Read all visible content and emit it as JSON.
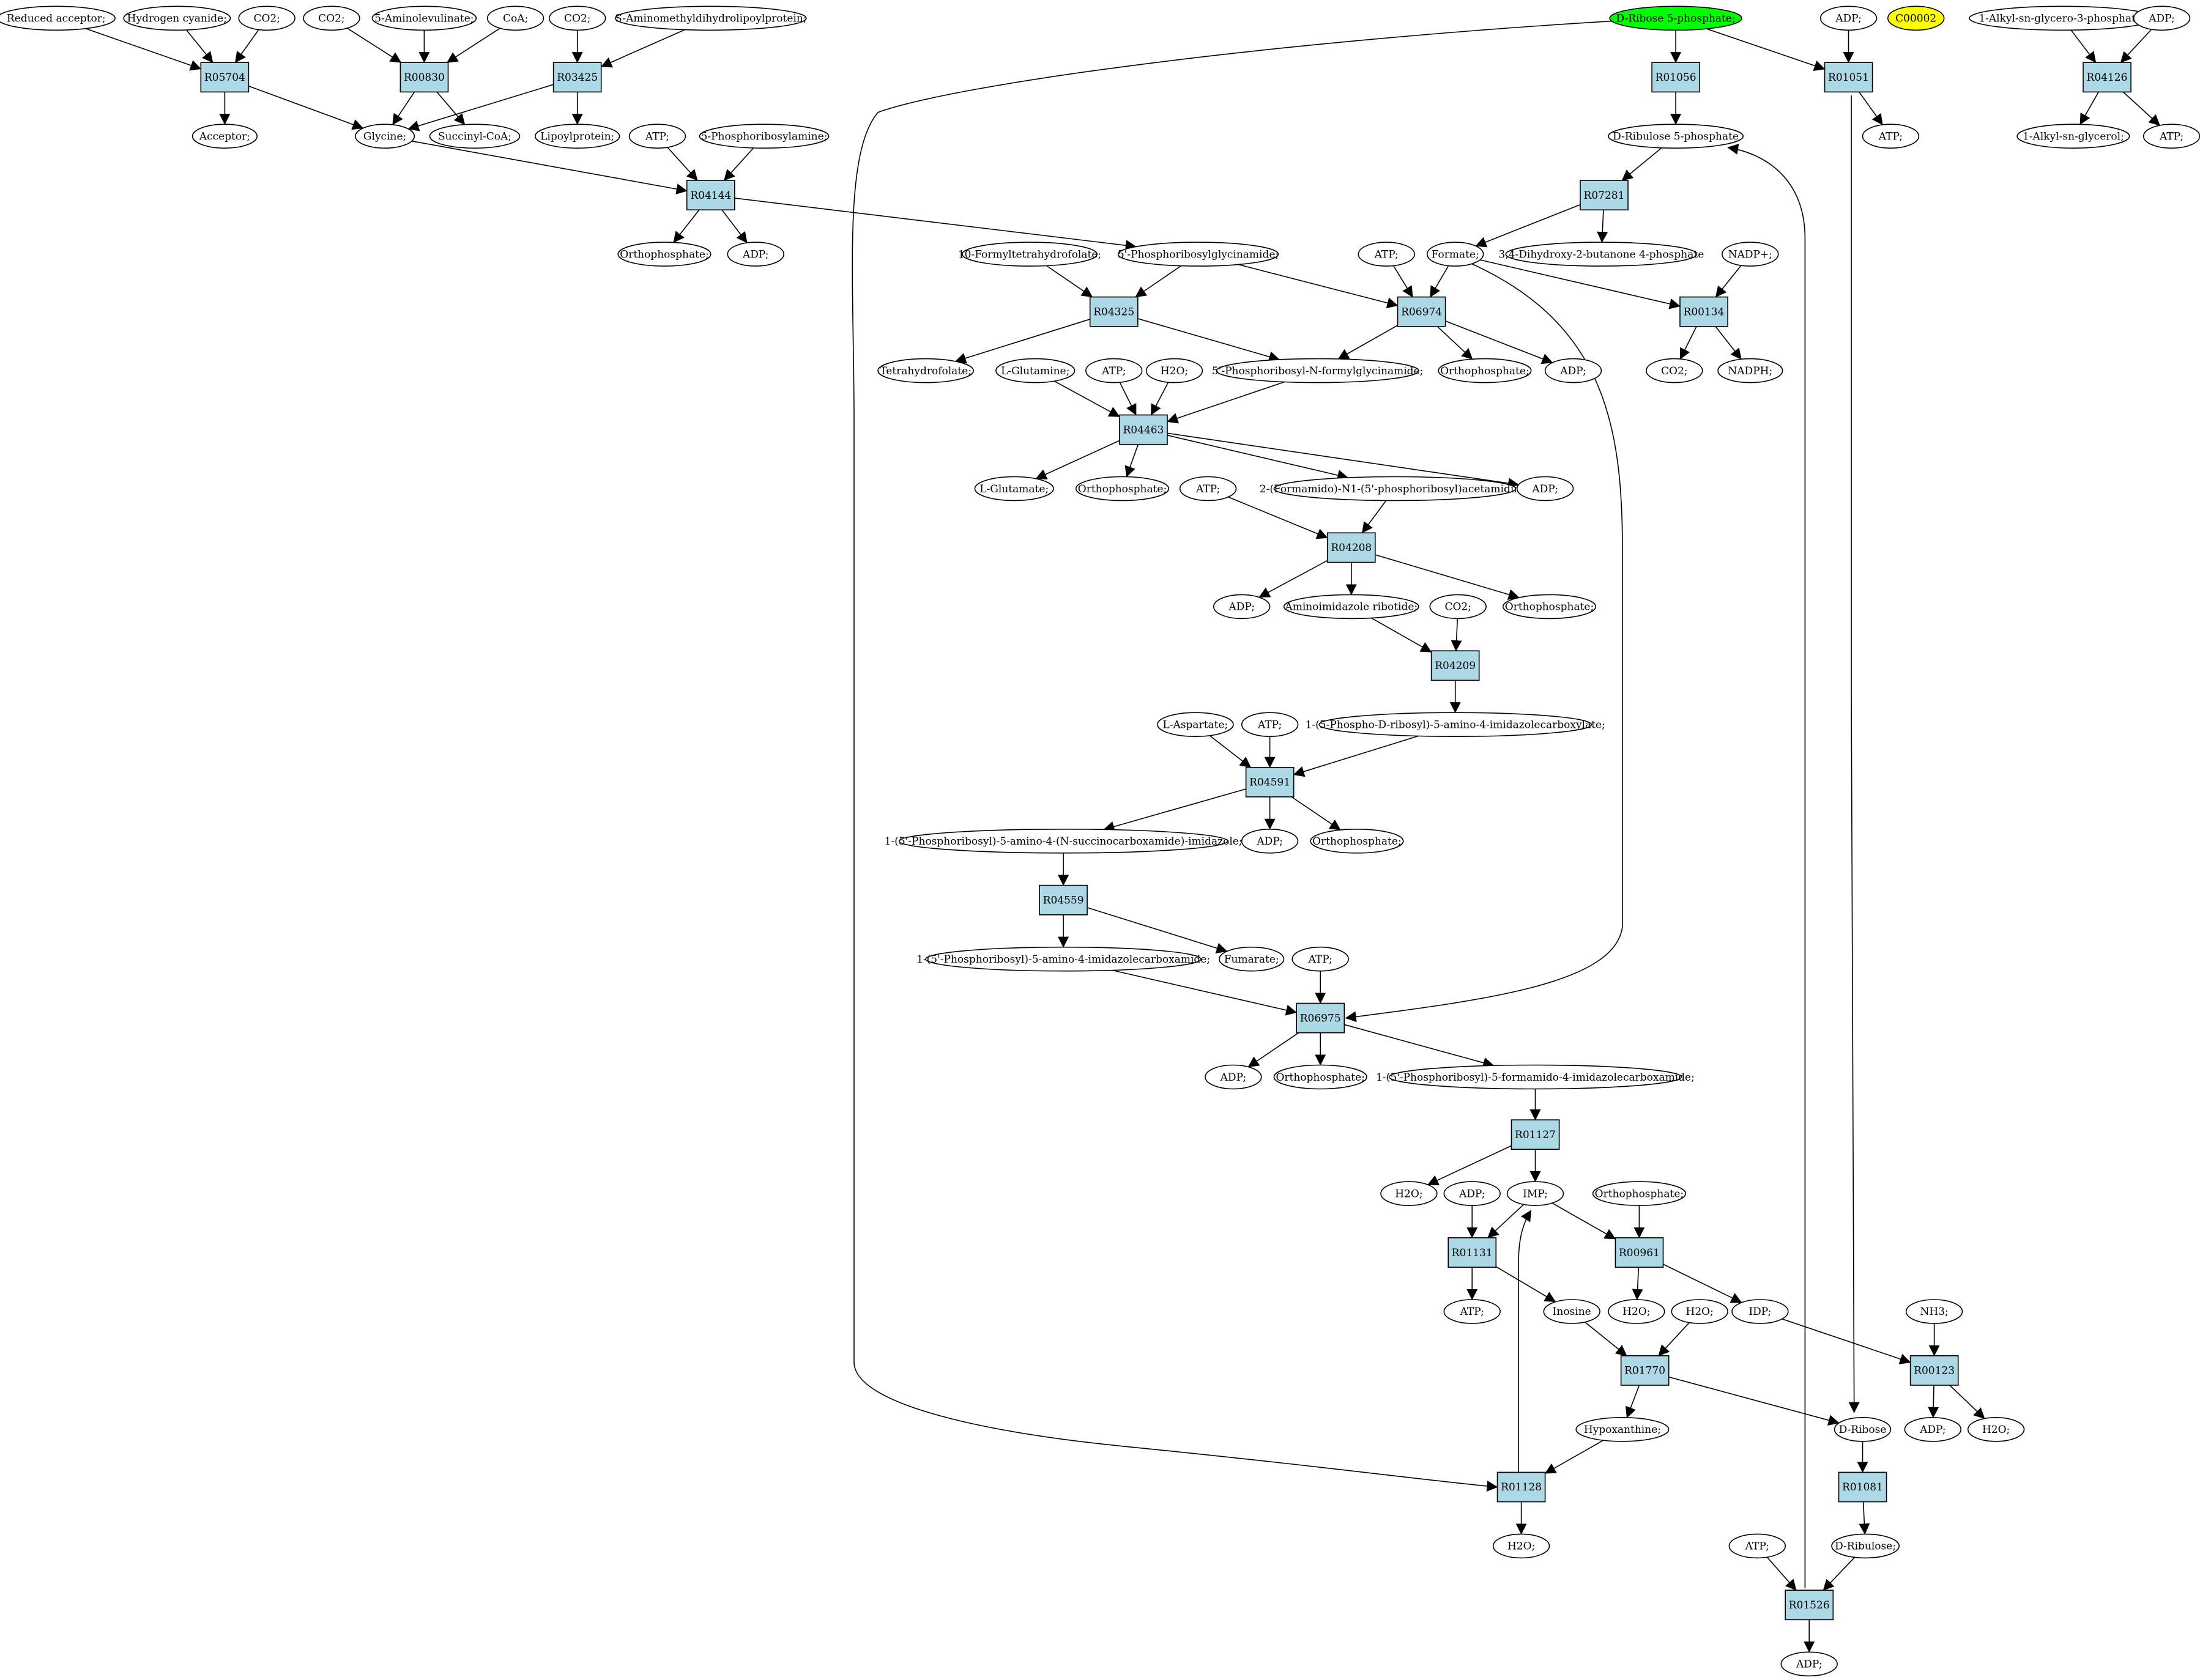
{
  "colors": {
    "reaction_fill": "#add8e6",
    "metabolite_fill": "#ffffff",
    "highlight_green": "#00ff00",
    "highlight_yellow": "#ffff00",
    "stroke": "#000000"
  },
  "metabolites": {
    "m_reduced_acceptor": "Reduced acceptor;",
    "m_hydrogen_cyanide": "Hydrogen cyanide;",
    "m_co2_a": "CO2;",
    "m_co2_b": "CO2;",
    "m_aminolevulinate": "5-Aminolevulinate;",
    "m_coa": "CoA;",
    "m_co2_c": "CO2;",
    "m_aminomethyl": "S-Aminomethyldihydrolipoylprotein;",
    "m_d_ribose5p": "D-Ribose 5-phosphate;",
    "m_adp_top": "ADP;",
    "m_c00002": "C00002",
    "m_alkyl_g3p": "1-Alkyl-sn-glycero-3-phosphate;",
    "m_adp_top2": "ADP;",
    "m_acceptor": "Acceptor;",
    "m_glycine": "Glycine;",
    "m_succinyl_coa": "Succinyl-CoA;",
    "m_lipoylprotein": "Lipoylprotein;",
    "m_d_ribulose5p": "D-Ribulose 5-phosphate",
    "m_atp_r01051": "ATP;",
    "m_alkyl_glycerol": "1-Alkyl-sn-glycerol;",
    "m_atp_r04126": "ATP;",
    "m_atp_r04144": "ATP;",
    "m_phosphoribosylamine": "5-Phosphoribosylamine;",
    "m_orthophosphate_r04144": "Orthophosphate;",
    "m_adp_r04144": "ADP;",
    "m_formyl_thf": "10-Formyltetrahydrofolate;",
    "m_gar": "5'-Phosphoribosylglycinamide;",
    "m_atp_r06974": "ATP;",
    "m_formate": "Formate;",
    "m_dihydroxybutanone": "3,4-Dihydroxy-2-butanone 4-phosphate",
    "m_nadp": "NADP+;",
    "m_thf": "Tetrahydrofolate;",
    "m_l_glutamine": "L-Glutamine;",
    "m_atp_r04463": "ATP;",
    "m_h2o_r04463": "H2O;",
    "m_fgar": "5'-Phosphoribosyl-N-formylglycinamide;",
    "m_orthophosphate_r06974": "Orthophosphate;",
    "m_adp_r06974": "ADP;",
    "m_co2_r00134": "CO2;",
    "m_nadph": "NADPH;",
    "m_l_glutamate": "L-Glutamate;",
    "m_orthophosphate_r04463": "Orthophosphate;",
    "m_fgam": "2-(Formamido)-N1-(5'-phosphoribosyl)acetamidine;",
    "m_adp_r04463": "ADP;",
    "m_atp_r04208": "ATP;",
    "m_adp_r04208": "ADP;",
    "m_air": "Aminoimidazole ribotide;",
    "m_co2_r04209": "CO2;",
    "m_orthophosphate_r04208": "Orthophosphate;",
    "m_cair": "1-(5-Phospho-D-ribosyl)-5-amino-4-imidazolecarboxylate;",
    "m_l_aspartate": "L-Aspartate;",
    "m_atp_r04591": "ATP;",
    "m_saicar": "1-(5'-Phosphoribosyl)-5-amino-4-(N-succinocarboxamide)-imidazole;",
    "m_adp_r04591": "ADP;",
    "m_orthophosphate_r04591": "Orthophosphate;",
    "m_aicar": "1-(5'-Phosphoribosyl)-5-amino-4-imidazolecarboxamide;",
    "m_fumarate": "Fumarate;",
    "m_atp_r06975": "ATP;",
    "m_adp_r06975": "ADP;",
    "m_orthophosphate_r06975": "Orthophosphate;",
    "m_faicar": "1-(5'-Phosphoribosyl)-5-formamido-4-imidazolecarboxamide;",
    "m_h2o_r01127": "H2O;",
    "m_adp_r01131": "ADP;",
    "m_imp": "IMP;",
    "m_orthophosphate_r00961": "Orthophosphate;",
    "m_atp_r01131": "ATP;",
    "m_inosine": "Inosine",
    "m_h2o_r00961": "H2O;",
    "m_h2o_r01770": "H2O;",
    "m_idp": "IDP;",
    "m_nh3": "NH3;",
    "m_hypoxanthine": "Hypoxanthine;",
    "m_d_ribose": "D-Ribose",
    "m_adp_r00123": "ADP;",
    "m_h2o_r00123": "H2O;",
    "m_h2o_r01128": "H2O;",
    "m_atp_r01526": "ATP;",
    "m_d_ribulose": "D-Ribulose;",
    "m_adp_bottom": "ADP;"
  },
  "reactions": {
    "R05704": "R05704",
    "R00830": "R00830",
    "R03425": "R03425",
    "R01056": "R01056",
    "R01051": "R01051",
    "R04126": "R04126",
    "R04144": "R04144",
    "R07281": "R07281",
    "R04325": "R04325",
    "R06974": "R06974",
    "R00134": "R00134",
    "R04463": "R04463",
    "R04208": "R04208",
    "R04209": "R04209",
    "R04591": "R04591",
    "R04559": "R04559",
    "R06975": "R06975",
    "R01127": "R01127",
    "R01131": "R01131",
    "R00961": "R00961",
    "R01770": "R01770",
    "R00123": "R00123",
    "R01128": "R01128",
    "R01081": "R01081",
    "R01526": "R01526"
  }
}
